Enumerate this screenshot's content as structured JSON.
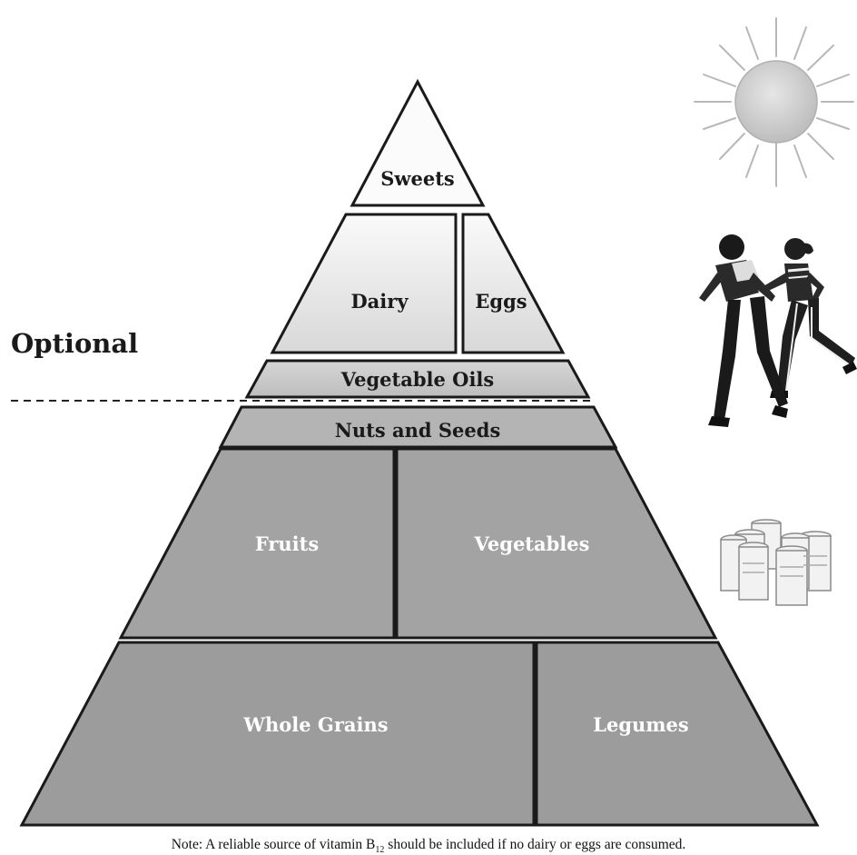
{
  "side_label": "Optional",
  "pyramid": {
    "sweets": "Sweets",
    "dairy": "Dairy",
    "eggs": "Eggs",
    "vegetable_oils": "Vegetable Oils",
    "nuts_seeds": "Nuts and Seeds",
    "fruits": "Fruits",
    "vegetables": "Vegetables",
    "whole_grains": "Whole Grains",
    "legumes": "Legumes"
  },
  "note": {
    "before": "Note: A reliable source of vitamin B",
    "subscript": "12",
    "after": " should be included if no dairy or eggs are consumed."
  },
  "icons": [
    "sun-icon",
    "runners-icon",
    "supplement-bottles-icon"
  ],
  "colors": {
    "outline": "#1a1a1a",
    "upper_fill": "#eeeeee",
    "lower_fill": "#9a9a9a",
    "band_fill": "#cfcfcf"
  }
}
